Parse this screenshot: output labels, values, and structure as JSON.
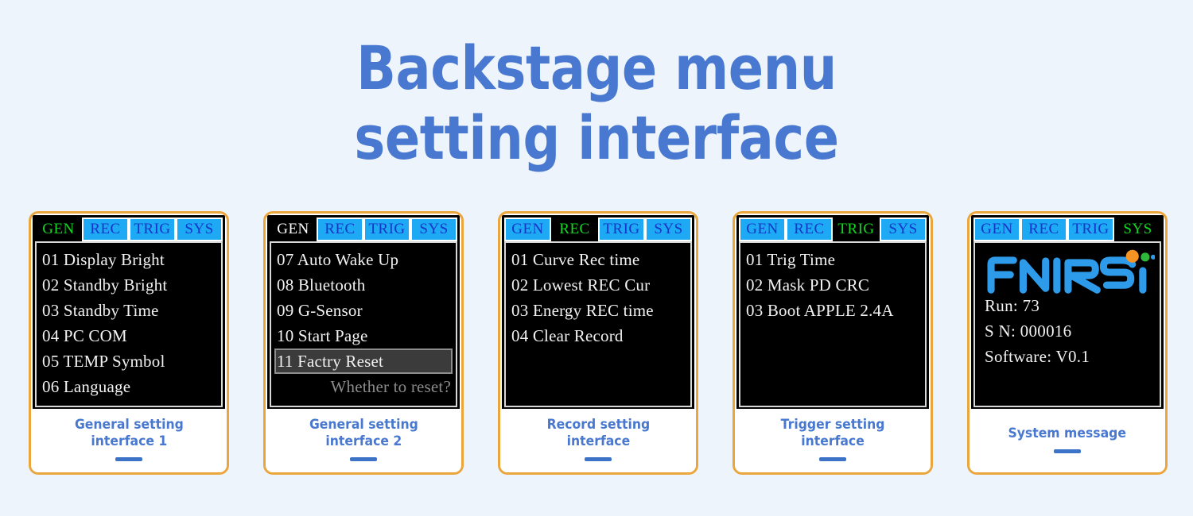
{
  "page": {
    "background_color": "#eef4fc",
    "title_color": "#4878cf",
    "accent_orange": "#eaa63c",
    "tab_active_green": "#13d723",
    "tab_inactive_bg": "#1ea9f5",
    "tab_inactive_text": "#1436c8",
    "title_line_1": "Backstage menu",
    "title_line_2": "setting interface"
  },
  "cards": [
    {
      "id": "general-setting-1",
      "tabs": [
        {
          "label": "GEN",
          "state": "active"
        },
        {
          "label": "REC",
          "state": "inactive"
        },
        {
          "label": "TRIG",
          "state": "inactive"
        },
        {
          "label": "SYS",
          "state": "inactive"
        }
      ],
      "rows": [
        {
          "text": "01 Display Bright",
          "style": "normal"
        },
        {
          "text": "02 Standby Bright",
          "style": "normal"
        },
        {
          "text": "03 Standby Time",
          "style": "normal"
        },
        {
          "text": "04 PC COM",
          "style": "normal"
        },
        {
          "text": "05 TEMP Symbol",
          "style": "normal"
        },
        {
          "text": "06 Language",
          "style": "normal"
        }
      ],
      "caption_line_1": "General setting",
      "caption_line_2": "interface 1"
    },
    {
      "id": "general-setting-2",
      "tabs": [
        {
          "label": "GEN",
          "state": "active-white"
        },
        {
          "label": "REC",
          "state": "inactive"
        },
        {
          "label": "TRIG",
          "state": "inactive"
        },
        {
          "label": "SYS",
          "state": "inactive"
        }
      ],
      "rows": [
        {
          "text": "07 Auto Wake Up",
          "style": "normal"
        },
        {
          "text": "08 Bluetooth",
          "style": "normal"
        },
        {
          "text": "09 G-Sensor",
          "style": "normal"
        },
        {
          "text": "10 Start Page",
          "style": "normal"
        },
        {
          "text": "11 Factry Reset",
          "style": "highlight"
        },
        {
          "text": "Whether to reset?",
          "style": "dim"
        }
      ],
      "caption_line_1": "General setting",
      "caption_line_2": "interface 2"
    },
    {
      "id": "record-setting",
      "tabs": [
        {
          "label": "GEN",
          "state": "inactive"
        },
        {
          "label": "REC",
          "state": "active"
        },
        {
          "label": "TRIG",
          "state": "inactive"
        },
        {
          "label": "SYS",
          "state": "inactive"
        }
      ],
      "rows": [
        {
          "text": "01 Curve Rec time",
          "style": "normal"
        },
        {
          "text": "02 Lowest REC Cur",
          "style": "normal"
        },
        {
          "text": "03 Energy REC time",
          "style": "normal"
        },
        {
          "text": "04 Clear Record",
          "style": "normal"
        }
      ],
      "caption_line_1": "Record setting",
      "caption_line_2": "interface"
    },
    {
      "id": "trigger-setting",
      "tabs": [
        {
          "label": "GEN",
          "state": "inactive"
        },
        {
          "label": "REC",
          "state": "inactive"
        },
        {
          "label": "TRIG",
          "state": "active"
        },
        {
          "label": "SYS",
          "state": "inactive"
        }
      ],
      "rows": [
        {
          "text": "01 Trig Time",
          "style": "normal"
        },
        {
          "text": "02 Mask PD CRC",
          "style": "normal"
        },
        {
          "text": "03 Boot APPLE 2.4A",
          "style": "normal"
        }
      ],
      "caption_line_1": "Trigger setting",
      "caption_line_2": "interface"
    },
    {
      "id": "system-message",
      "tabs": [
        {
          "label": "GEN",
          "state": "inactive"
        },
        {
          "label": "REC",
          "state": "inactive"
        },
        {
          "label": "TRIG",
          "state": "inactive"
        },
        {
          "label": "SYS",
          "state": "active"
        }
      ],
      "logo": {
        "name": "fnirsi-logo",
        "wordmark": "FNIRSi",
        "letter_color": "#2e9bea",
        "dot_large_color": "#f59324",
        "dot_medium_color": "#2db83a",
        "dot_small_color": "#2e9bea"
      },
      "info": [
        {
          "text": "Run: 73"
        },
        {
          "text": "S N: 000016"
        },
        {
          "text": "Software: V0.1"
        }
      ],
      "caption_line_1": "System message",
      "caption_line_2": ""
    }
  ]
}
